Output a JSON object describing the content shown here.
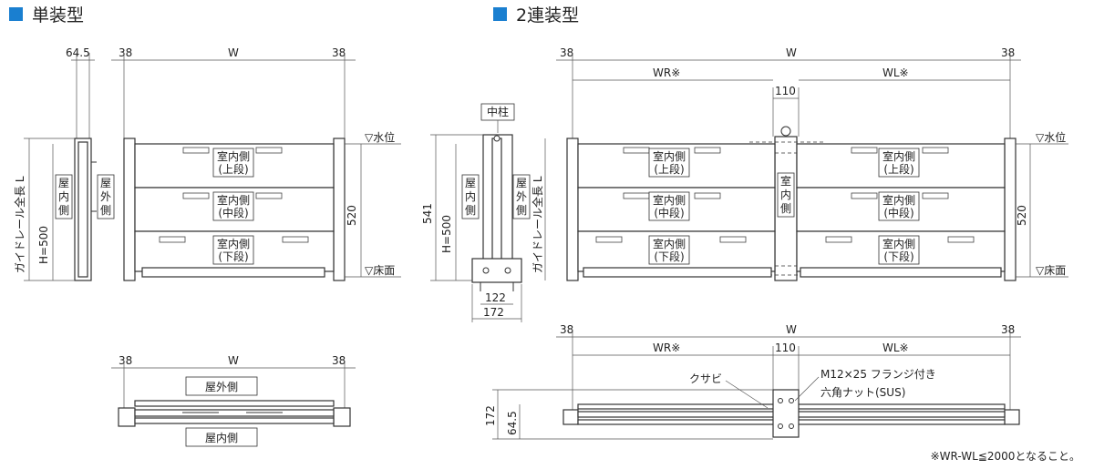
{
  "colors": {
    "accent": "#1a7fd0",
    "line": "#333333"
  },
  "single": {
    "heading": "単装型",
    "dim_top_left": "64.5",
    "dim_post": "38",
    "dim_w": "W",
    "dim_post_r": "38",
    "height_h": "H=500",
    "guide_rail": "ガイドレール全長 L",
    "dim_520": "520",
    "water_level": "▽水位",
    "floor": "▽床面",
    "outdoor_side": [
      "屋",
      "外",
      "側"
    ],
    "indoor_side": [
      "屋",
      "内",
      "側"
    ],
    "panels": [
      {
        "line1": "室内側",
        "line2": "(上段)"
      },
      {
        "line1": "室内側",
        "line2": "(中段)"
      },
      {
        "line1": "室内側",
        "line2": "(下段)"
      }
    ],
    "plan": {
      "dim_post": "38",
      "dim_w": "W",
      "dim_post_r": "38",
      "outdoor": "屋外側",
      "indoor": "屋内側"
    }
  },
  "double": {
    "heading": "2連装型",
    "center_post_label": "中柱",
    "dim_541": "541",
    "height_h": "H=500",
    "indoor_side": [
      "屋",
      "内",
      "側"
    ],
    "outdoor_side": [
      "屋",
      "外",
      "側"
    ],
    "dim_122": "122",
    "dim_172": "172",
    "guide_rail": "ガイドレール全長 L",
    "dim_post": "38",
    "dim_w": "W",
    "dim_post_r": "38",
    "dim_wr": "WR※",
    "dim_wl": "WL※",
    "dim_110": "110",
    "water_level": "▽水位",
    "floor": "▽床面",
    "dim_520": "520",
    "center_indoor": [
      "室",
      "内",
      "側"
    ],
    "panels_left": [
      {
        "line1": "室内側",
        "line2": "(上段)"
      },
      {
        "line1": "室内側",
        "line2": "(中段)"
      },
      {
        "line1": "室内側",
        "line2": "(下段)"
      }
    ],
    "panels_right": [
      {
        "line1": "室内側",
        "line2": "(上段)"
      },
      {
        "line1": "室内側",
        "line2": "(中段)"
      },
      {
        "line1": "室内側",
        "line2": "(下段)"
      }
    ],
    "plan": {
      "dim_post": "38",
      "dim_w": "W",
      "dim_post_r": "38",
      "dim_wr": "WR※",
      "dim_110": "110",
      "dim_wl": "WL※",
      "callout_kusabi": "クサビ",
      "callout_flange": "M12×25 フランジ付き",
      "callout_nut": "六角ナット(SUS)",
      "dim_172": "172",
      "dim_64_5": "64.5"
    }
  },
  "footnote": "※WR-WL≦2000となること。"
}
